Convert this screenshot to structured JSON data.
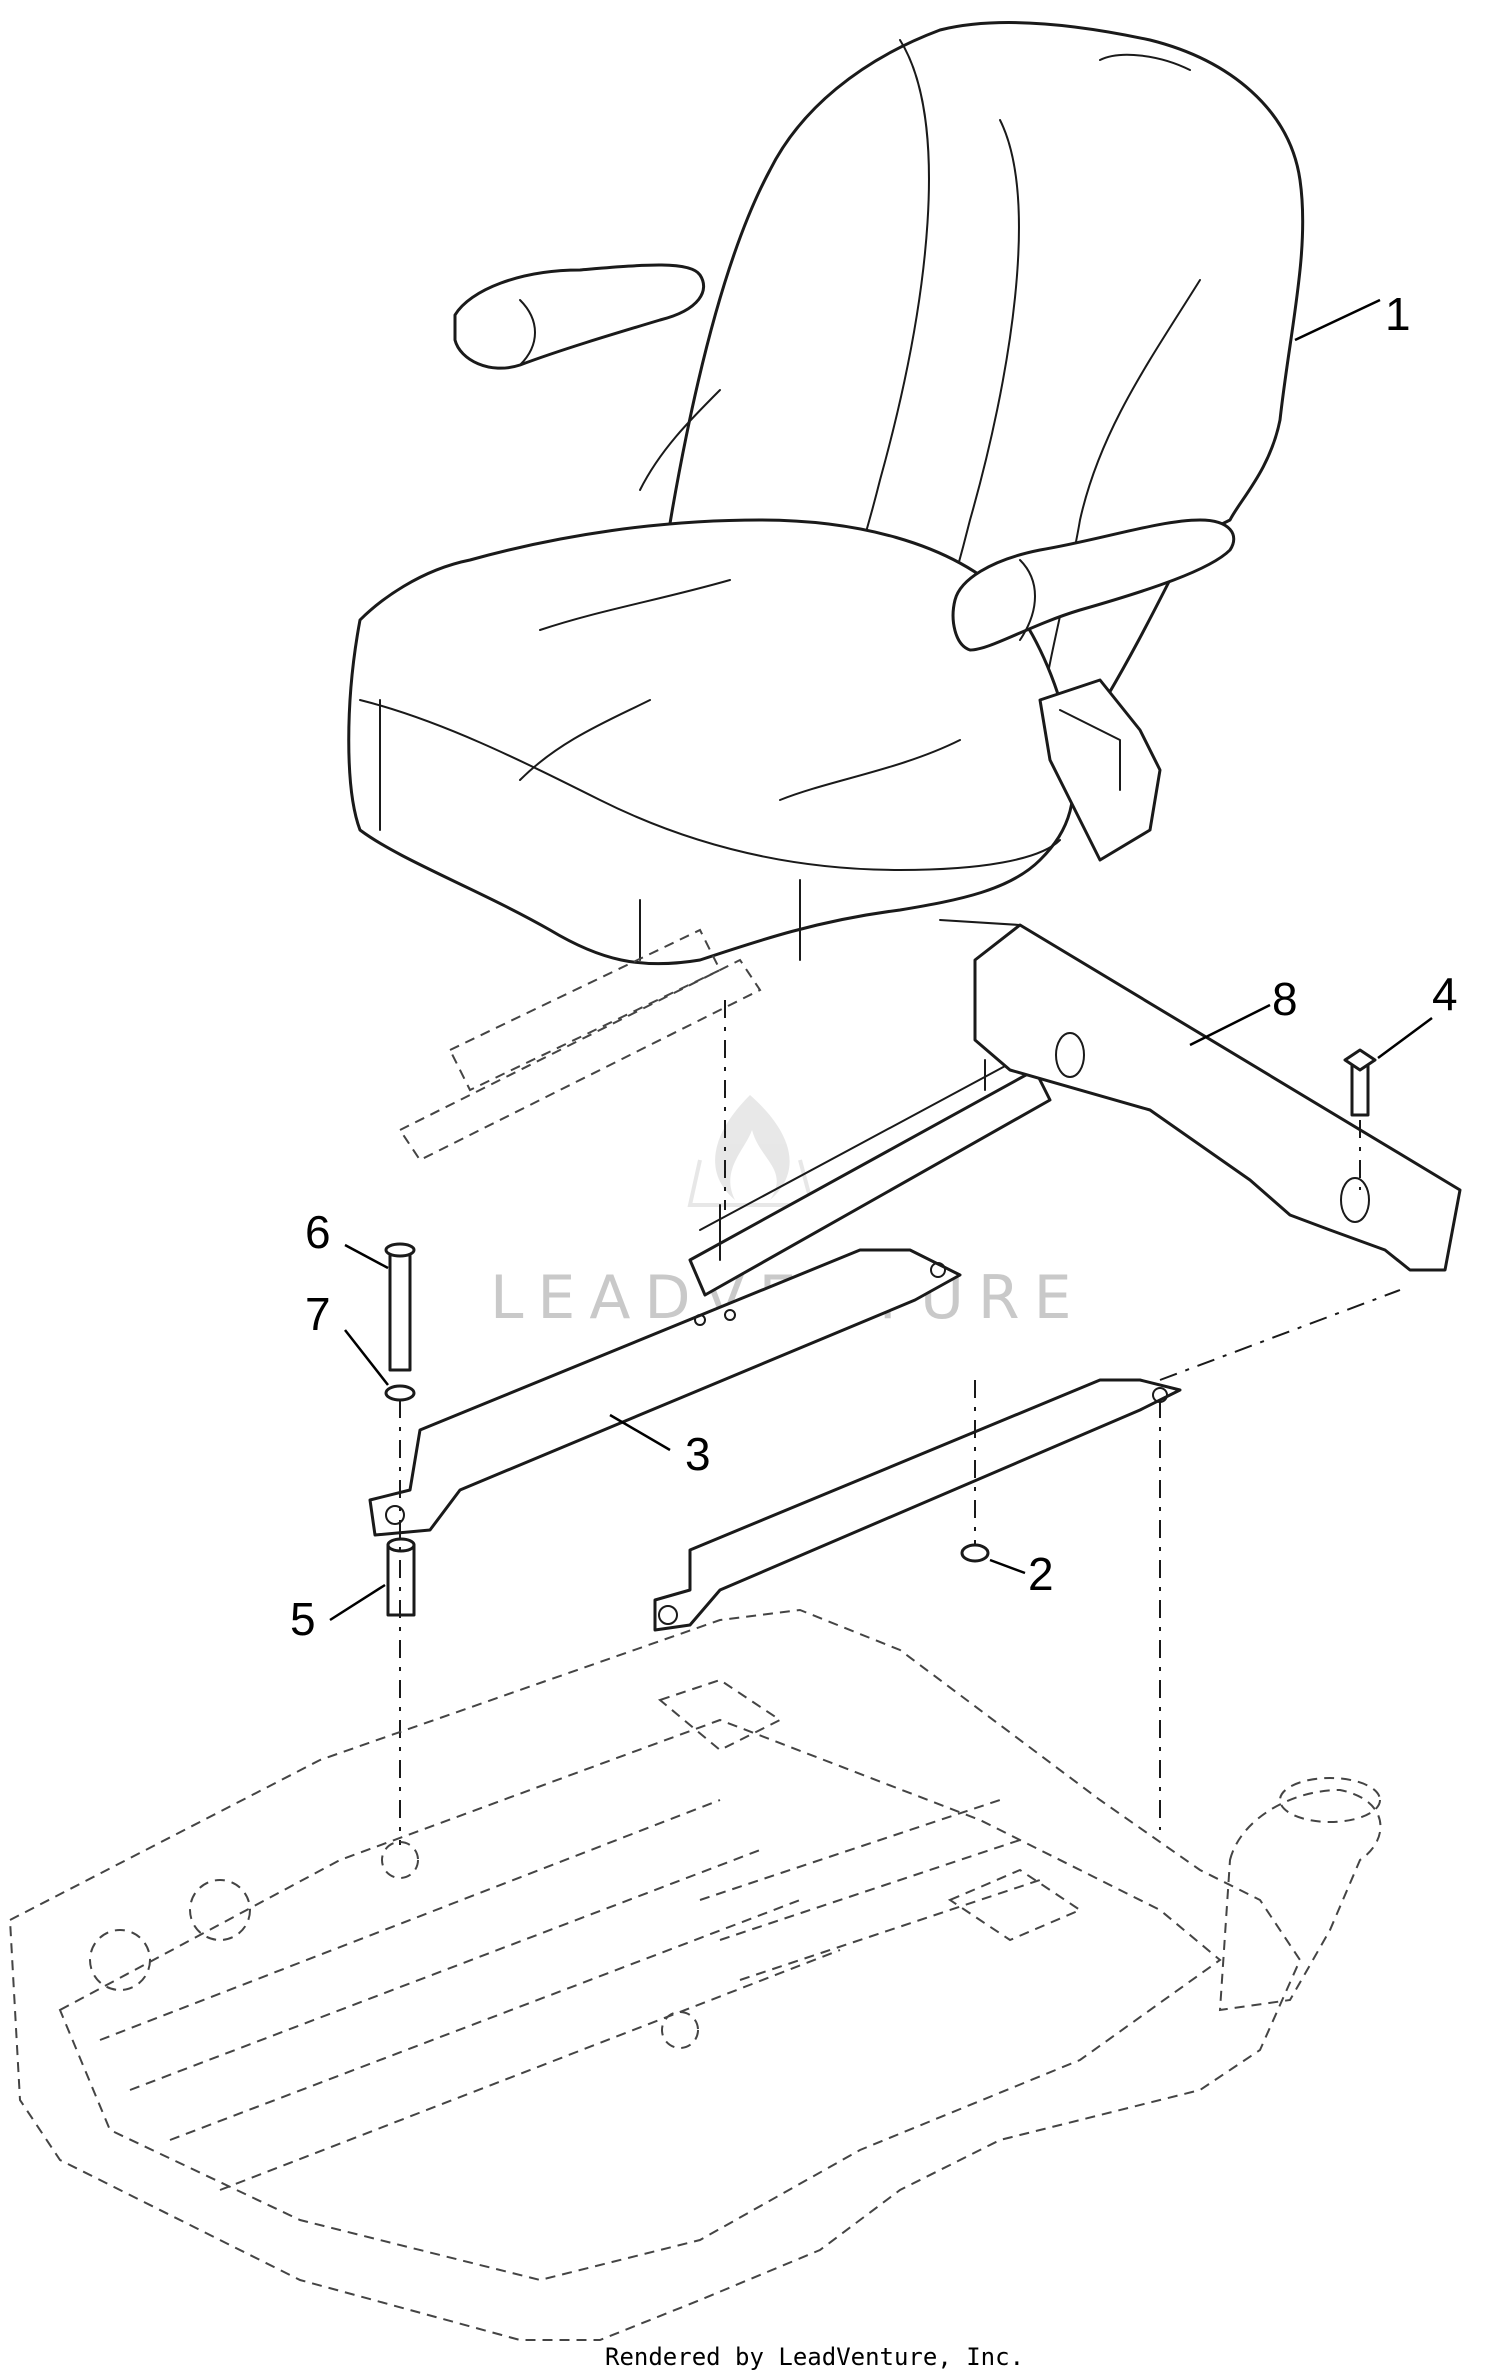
{
  "callouts": [
    {
      "id": "1",
      "label": "1"
    },
    {
      "id": "2",
      "label": "2"
    },
    {
      "id": "3",
      "label": "3"
    },
    {
      "id": "4",
      "label": "4"
    },
    {
      "id": "5",
      "label": "5"
    },
    {
      "id": "6",
      "label": "6"
    },
    {
      "id": "7",
      "label": "7"
    },
    {
      "id": "8",
      "label": "8"
    }
  ],
  "watermark": {
    "text": "LEADVENTURE"
  },
  "footer": {
    "text": "Rendered by LeadVenture, Inc."
  }
}
